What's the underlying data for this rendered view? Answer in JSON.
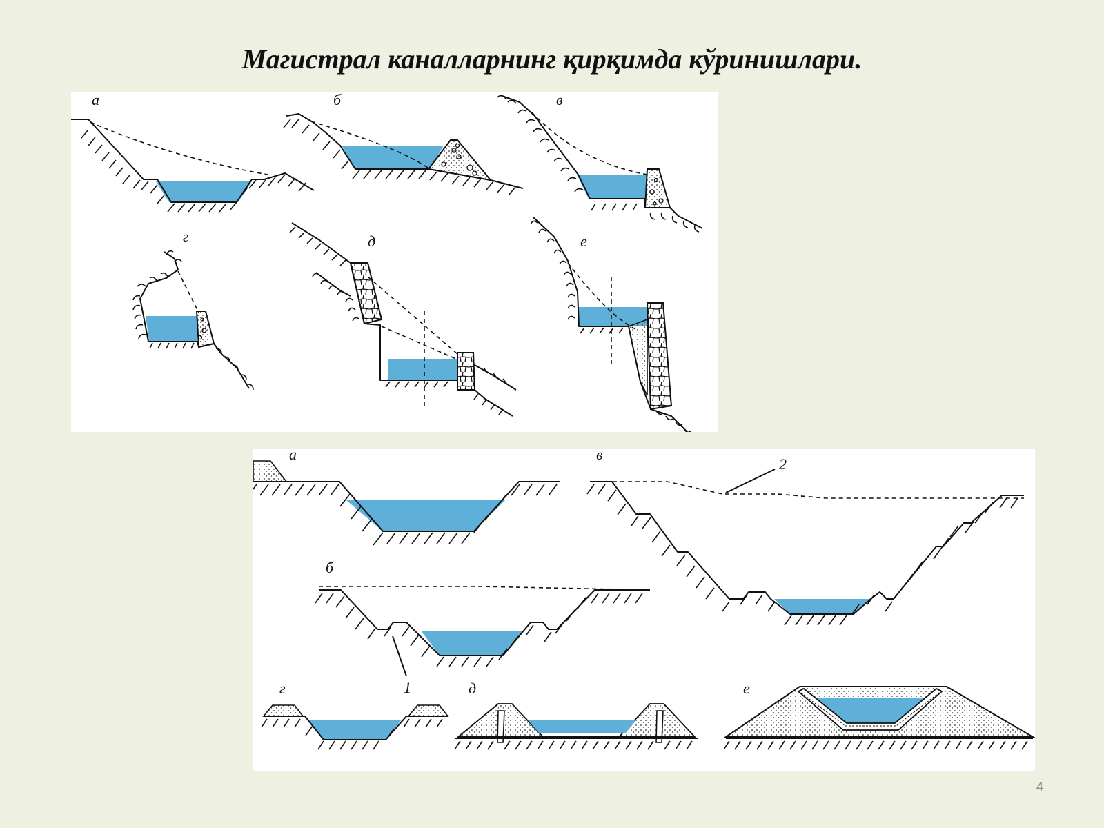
{
  "title": "Магистрал каналларнинг қирқимда кўринишлари.",
  "page_number": "4",
  "colors": {
    "water": "#5fb0d8",
    "background": "#eef0e2",
    "panel": "#ffffff",
    "line": "#111111"
  },
  "top_figure": {
    "labels": [
      "а",
      "б",
      "в",
      "г",
      "д",
      "е"
    ]
  },
  "bottom_figure": {
    "labels": [
      "а",
      "б",
      "в",
      "г",
      "д",
      "е"
    ],
    "callouts": [
      "1",
      "2"
    ]
  }
}
